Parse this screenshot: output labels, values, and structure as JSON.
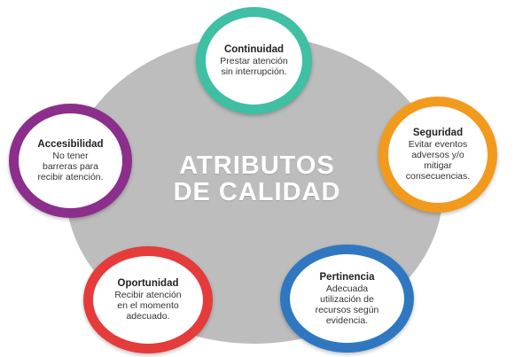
{
  "diagram": {
    "center": {
      "title_line1": "ATRIBUTOS",
      "title_line2": "DE CALIDAD",
      "color": "#bdbdbd"
    },
    "attributes": [
      {
        "id": "continuidad",
        "title": "Continuidad",
        "description": "Prestar atención\nsin interrupción.",
        "color": "#3fbfa3"
      },
      {
        "id": "seguridad",
        "title": "Seguridad",
        "description": "Evitar eventos\nadversos y/o\nmitigar\nconsecuencias.",
        "color": "#f29a1c"
      },
      {
        "id": "accesibilidad",
        "title": "Accesibilidad",
        "description": "No tener\nbarreras para\nrecibir atención.",
        "color": "#8b2e8c"
      },
      {
        "id": "oportunidad",
        "title": "Oportunidad",
        "description": "Recibir atención\nen el momento\nadecuado.",
        "color": "#e53b3b"
      },
      {
        "id": "pertinencia",
        "title": "Pertinencia",
        "description": "Adecuada\nutilización de\nrecursos según\nevidencia.",
        "color": "#2f78c1"
      }
    ]
  }
}
